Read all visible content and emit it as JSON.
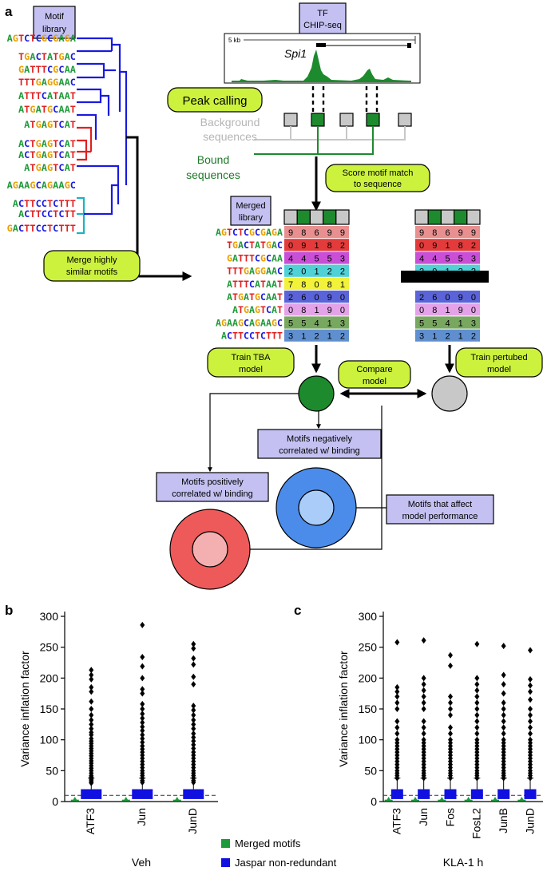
{
  "panel_a": {
    "label": "a",
    "motif_library_label": [
      "Motif",
      "library"
    ],
    "tf_chipseq_label": [
      "TF",
      "CHIP-seq"
    ],
    "scale_label": "5 kb",
    "gene_label": "Spi1",
    "peak_calling": "Peak calling",
    "background_sequences": [
      "Background",
      "sequences"
    ],
    "bound_sequences": [
      "Bound",
      "sequences"
    ],
    "score_motif": [
      "Score motif match",
      "to sequence"
    ],
    "merged_library": [
      "Merged",
      "library"
    ],
    "merge_similar": [
      "Merge highly",
      "similar motifs"
    ],
    "train_tba": [
      "Train TBA",
      "model"
    ],
    "train_perturbed": [
      "Train pertubed",
      "model"
    ],
    "compare_model": [
      "Compare",
      "model"
    ],
    "motifs_negative": [
      "Motifs negatively",
      "correlated w/ binding"
    ],
    "motifs_positive": [
      "Motifs positively",
      "correlated w/ binding"
    ],
    "motifs_affect": [
      "Motifs that affect",
      "model performance"
    ],
    "motif_library_seqs": [
      "AGTCTCGCGAGA",
      "TGACTATGAC",
      "GATTTCGCAA",
      "TTTGAGGAAC",
      "ATTTCATAAT",
      "ATGATGCAAT",
      "ATGAGTCAT",
      "ACTGAGTCAT",
      "ACTGAGTCAT",
      "ATGAGTCAT",
      "AGAAGCAGAAGC",
      "ACTTCCTCTTT",
      "ACTTCCTCTT",
      "GACTTCCTCTTT"
    ],
    "merged_library_seqs": [
      "AGTCTCGCGAGA",
      "TGACTATGAC",
      "GATTTCGCAA",
      "TTTGAGGAAC",
      "ATTTCATAAT",
      "ATGATGCAAT",
      "ATGAGTCAT",
      "AGAAGCAGAAGC",
      "ACTTCCTCTTT"
    ],
    "score_matrix": [
      [
        "9",
        "8",
        "6",
        "9",
        "9"
      ],
      [
        "0",
        "9",
        "1",
        "8",
        "2"
      ],
      [
        "4",
        "4",
        "5",
        "5",
        "3"
      ],
      [
        "2",
        "0",
        "1",
        "2",
        "2"
      ],
      [
        "7",
        "8",
        "0",
        "8",
        "1"
      ],
      [
        "2",
        "6",
        "0",
        "9",
        "0"
      ],
      [
        "0",
        "8",
        "1",
        "9",
        "0"
      ],
      [
        "5",
        "5",
        "4",
        "1",
        "3"
      ],
      [
        "3",
        "1",
        "2",
        "1",
        "2"
      ]
    ],
    "row_colors": [
      "#e89090",
      "#e33b3b",
      "#c94fd6",
      "#4fd1d6",
      "#f2f23a",
      "#5a63d8",
      "#e4a3e8",
      "#78a860",
      "#5f8fcf"
    ],
    "bound_color": "#1e8a2e",
    "background_color": "#c8c8c8",
    "positive_color": "#ee5a5a",
    "positive_inner_color": "#f4b0b0",
    "negative_color": "#4b8cea",
    "negative_inner_color": "#a9cdf8",
    "label_box_color": "#c4c1f2",
    "callout_color": "#ccf23d"
  },
  "chart_data": [
    {
      "panel": "b",
      "type": "box",
      "categories": [
        "ATF3",
        "Jun",
        "JunD"
      ],
      "xlabel": "Veh",
      "ylabel": "Variance inflation factor",
      "ylim": [
        0,
        300
      ],
      "yticks": [
        0,
        50,
        100,
        150,
        200,
        250,
        300
      ],
      "reference_line": 10,
      "series": [
        {
          "name": "Merged motifs",
          "color": "#1e9a3a",
          "box": [
            [
              1,
              2,
              3
            ],
            [
              1,
              2,
              3
            ],
            [
              1,
              2,
              3
            ]
          ]
        },
        {
          "name": "Jaspar non-redundant",
          "color": "#1010e0",
          "box": [
            [
              4,
              10,
              20
            ],
            [
              4,
              10,
              20
            ],
            [
              4,
              10,
              20
            ]
          ],
          "outliers": [
            [
              213,
              205,
              198,
              185,
              178,
              162,
              150,
              140,
              132,
              125,
              118,
              112,
              108,
              102,
              98,
              94,
              90,
              86,
              82,
              78,
              74,
              70,
              66,
              62,
              58,
              54,
              50,
              46,
              42,
              40,
              38,
              36,
              34,
              32,
              30
            ],
            [
              286,
              234,
              219,
              200,
              182,
              175,
              158,
              150,
              142,
              135,
              128,
              121,
              115,
              108,
              102,
              96,
              90,
              85,
              80,
              75,
              70,
              65,
              60,
              55,
              50,
              46,
              42,
              38,
              34,
              31
            ],
            [
              255,
              248,
              232,
              222,
              202,
              190,
              155,
              148,
              140,
              132,
              125,
              118,
              110,
              104,
              98,
              92,
              86,
              80,
              75,
              70,
              65,
              60,
              55,
              50,
              46,
              42,
              38,
              34,
              31
            ]
          ]
        }
      ]
    },
    {
      "panel": "c",
      "type": "box",
      "categories": [
        "ATF3",
        "Jun",
        "Fos",
        "FosL2",
        "JunB",
        "JunD"
      ],
      "xlabel": "KLA-1 h",
      "ylabel": "Variance inflation factor",
      "ylim": [
        0,
        300
      ],
      "yticks": [
        0,
        50,
        100,
        150,
        200,
        250,
        300
      ],
      "reference_line": 10,
      "series": [
        {
          "name": "Merged motifs",
          "color": "#1e9a3a",
          "box": [
            [
              1,
              2,
              3
            ],
            [
              1,
              2,
              3
            ],
            [
              1,
              2,
              3
            ],
            [
              1,
              2,
              3
            ],
            [
              1,
              2,
              3
            ],
            [
              1,
              2,
              3
            ]
          ]
        },
        {
          "name": "Jaspar non-redundant",
          "color": "#1010e0",
          "box": [
            [
              4,
              10,
              20
            ],
            [
              4,
              10,
              20
            ],
            [
              4,
              10,
              20
            ],
            [
              4,
              10,
              20
            ],
            [
              4,
              10,
              20
            ],
            [
              4,
              10,
              20
            ]
          ],
          "outliers": [
            [
              258,
              185,
              178,
              170,
              160,
              150,
              130,
              120,
              110,
              100,
              95,
              90,
              85,
              80,
              75,
              70,
              65,
              60,
              55,
              50,
              46,
              42,
              38
            ],
            [
              261,
              200,
              190,
              180,
              170,
              160,
              150,
              130,
              120,
              110,
              100,
              95,
              90,
              85,
              80,
              75,
              70,
              65,
              60,
              55,
              50,
              46,
              42,
              38
            ],
            [
              237,
              220,
              170,
              160,
              150,
              140,
              120,
              110,
              100,
              95,
              90,
              85,
              80,
              75,
              70,
              65,
              60,
              55,
              50,
              46,
              42,
              38
            ],
            [
              255,
              200,
              190,
              180,
              170,
              160,
              150,
              140,
              130,
              120,
              110,
              100,
              95,
              90,
              85,
              80,
              75,
              70,
              65,
              60,
              55,
              50,
              46,
              42,
              38
            ],
            [
              252,
              205,
              190,
              175,
              160,
              150,
              140,
              130,
              120,
              110,
              100,
              95,
              90,
              85,
              80,
              75,
              70,
              65,
              60,
              55,
              50,
              46,
              42,
              38
            ],
            [
              245,
              198,
              188,
              178,
              165,
              150,
              140,
              130,
              120,
              110,
              100,
              95,
              90,
              85,
              80,
              75,
              70,
              65,
              60,
              55,
              50,
              46,
              42,
              38
            ]
          ]
        }
      ]
    }
  ],
  "legend": [
    {
      "label": "Merged motifs",
      "color": "#1e9a3a"
    },
    {
      "label": "Jaspar non-redundant",
      "color": "#1010e0"
    }
  ]
}
